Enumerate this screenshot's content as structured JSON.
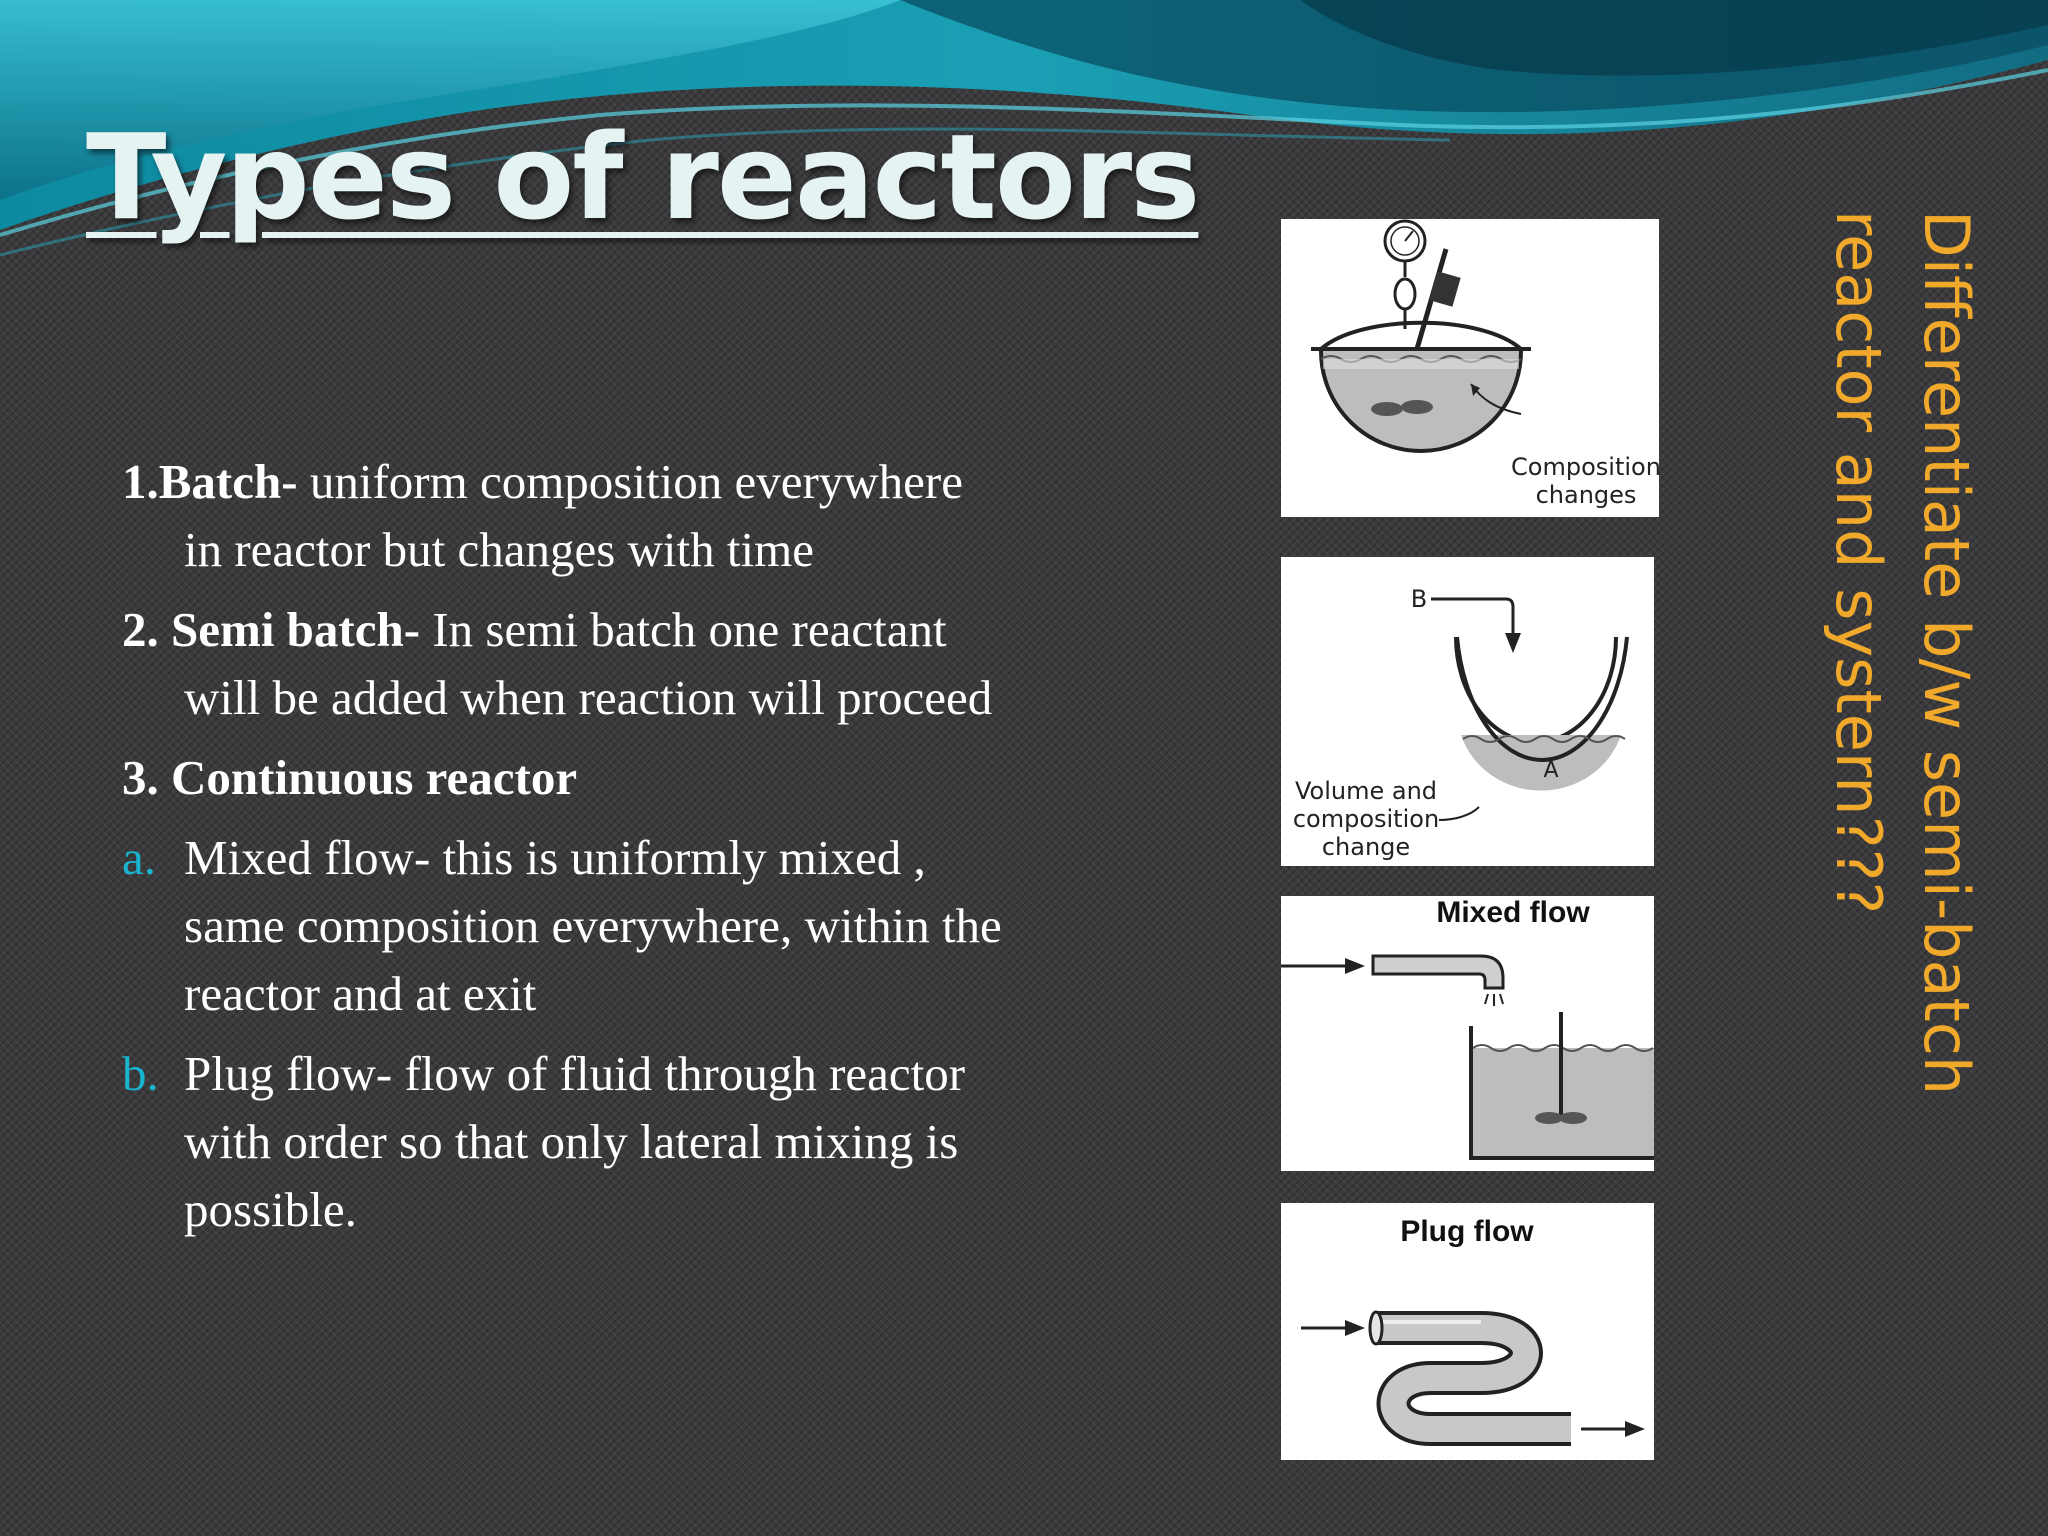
{
  "slide": {
    "title": "Types of reactors",
    "side_note_line1": "Differentiate b/w semi-batch",
    "side_note_line2": "reactor and systern???"
  },
  "items": [
    {
      "label": "1.Batch-",
      "text": "  uniform composition everywhere in reactor but changes with time"
    },
    {
      "label": "2. Semi batch-",
      "text": " In semi batch one reactant will be added when reaction will proceed"
    },
    {
      "label": "3. Continuous reactor",
      "text": ""
    }
  ],
  "subitems": [
    {
      "marker": "a.",
      "text": "Mixed flow- this is uniformly mixed , same composition everywhere, within the reactor and at exit"
    },
    {
      "marker": "b.",
      "text": "Plug flow- flow of fluid through reactor with order so that only lateral mixing is possible."
    }
  ],
  "figures": {
    "batch": {
      "label_line1": "Composition",
      "label_line2": "changes"
    },
    "semibatch": {
      "inlet": "B",
      "content": "A",
      "label_line1": "Volume and",
      "label_line2": "composition",
      "label_line3": "change"
    },
    "mixed": {
      "header": "Mixed flow"
    },
    "plug": {
      "header": "Plug flow"
    }
  },
  "colors": {
    "title": "#e6f3f3",
    "accent": "#19b4cf",
    "side_note": "#f0a92a",
    "body_text": "#ffffff"
  }
}
